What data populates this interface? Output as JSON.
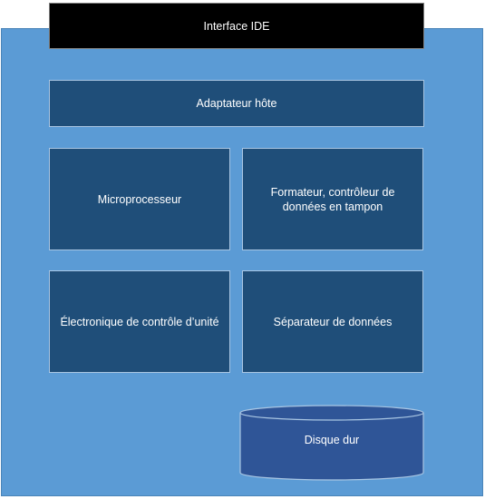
{
  "diagram": {
    "header": {
      "label": "Interface IDE"
    },
    "blocks": {
      "host_adapter": "Adaptateur hôte",
      "microprocessor": "Microprocesseur",
      "formatter": "Formateur, contrôleur de données en tampon",
      "drive_electronics": "Électronique de contrôle d’unité",
      "data_separator": "Séparateur de données"
    },
    "storage": {
      "label": "Disque dur"
    }
  },
  "colors": {
    "panel": "#5b9bd5",
    "block": "#1f4e79",
    "header": "#000000",
    "disk": "#2f5597",
    "text": "#ffffff"
  }
}
